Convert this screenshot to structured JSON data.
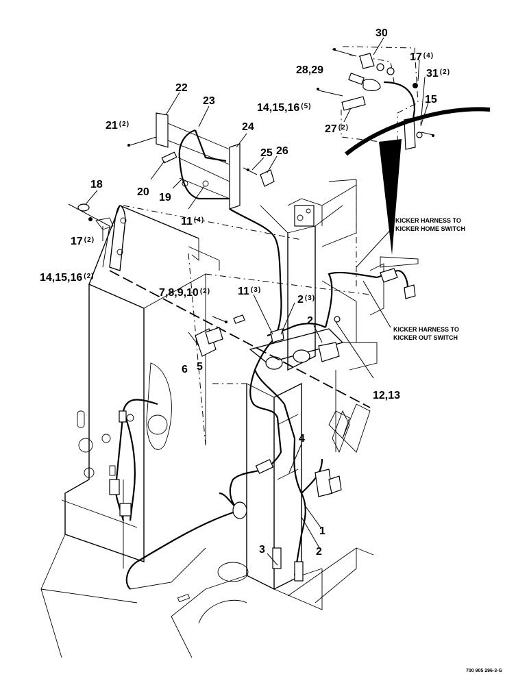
{
  "callouts": [
    {
      "id": "c30",
      "text": "30",
      "sub": ""
    },
    {
      "id": "c28",
      "text": "28,29",
      "sub": ""
    },
    {
      "id": "c17a",
      "text": "17",
      "sub": "(4)"
    },
    {
      "id": "c31",
      "text": "31",
      "sub": "(2)"
    },
    {
      "id": "c1416a",
      "text": "14,15,16",
      "sub": "(5)"
    },
    {
      "id": "c15",
      "text": "15",
      "sub": ""
    },
    {
      "id": "c27",
      "text": "27",
      "sub": "(2)"
    },
    {
      "id": "c22",
      "text": "22",
      "sub": ""
    },
    {
      "id": "c23",
      "text": "23",
      "sub": ""
    },
    {
      "id": "c21",
      "text": "21",
      "sub": "(2)"
    },
    {
      "id": "c24",
      "text": "24",
      "sub": ""
    },
    {
      "id": "c25",
      "text": "25",
      "sub": ""
    },
    {
      "id": "c26",
      "text": "26",
      "sub": ""
    },
    {
      "id": "c20",
      "text": "20",
      "sub": ""
    },
    {
      "id": "c19",
      "text": "19",
      "sub": ""
    },
    {
      "id": "c18",
      "text": "18",
      "sub": ""
    },
    {
      "id": "c11a",
      "text": "11",
      "sub": "(4)"
    },
    {
      "id": "c17b",
      "text": "17",
      "sub": "(2)"
    },
    {
      "id": "c1416b",
      "text": "14,15,16",
      "sub": "(2)"
    },
    {
      "id": "c7",
      "text": "7,8,9,10",
      "sub": "(2)"
    },
    {
      "id": "c11b",
      "text": "11",
      "sub": "(3)"
    },
    {
      "id": "c2a",
      "text": "2",
      "sub": "(3)"
    },
    {
      "id": "c2b",
      "text": "2",
      "sub": ""
    },
    {
      "id": "c6",
      "text": "6",
      "sub": ""
    },
    {
      "id": "c5",
      "text": "5",
      "sub": ""
    },
    {
      "id": "c12",
      "text": "12,13",
      "sub": ""
    },
    {
      "id": "c4",
      "text": "4",
      "sub": ""
    },
    {
      "id": "c1",
      "text": "1",
      "sub": ""
    },
    {
      "id": "c3",
      "text": "3",
      "sub": ""
    },
    {
      "id": "c2c",
      "text": "2",
      "sub": ""
    }
  ],
  "notes": {
    "home_switch_line1": "KICKER HARNESS TO",
    "home_switch_line2": "KICKER HOME SWITCH",
    "out_switch_line1": "KICKER HARNESS TO",
    "out_switch_line2": "KICKER OUT SWITCH"
  },
  "footer": {
    "part_number": "700 905 296-3-G"
  }
}
